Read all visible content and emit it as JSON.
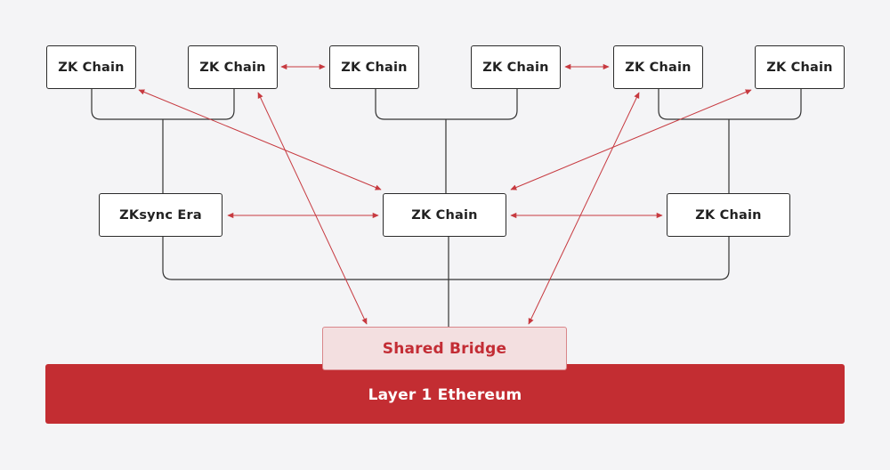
{
  "diagram": {
    "top_row": [
      {
        "label": "ZK Chain"
      },
      {
        "label": "ZK Chain"
      },
      {
        "label": "ZK Chain"
      },
      {
        "label": "ZK Chain"
      },
      {
        "label": "ZK Chain"
      },
      {
        "label": "ZK Chain"
      }
    ],
    "middle_row": [
      {
        "label": "ZKsync Era"
      },
      {
        "label": "ZK Chain"
      },
      {
        "label": "ZK Chain"
      }
    ],
    "shared_bridge": {
      "label": "Shared Bridge"
    },
    "layer1": {
      "label": "Layer 1 Ethereum"
    },
    "colors": {
      "background": "#f4f4f6",
      "node_fill": "#ffffff",
      "node_border": "#2b2b2b",
      "tree_line": "#333333",
      "arrow": "#c73a40",
      "bridge_fill": "#f3dfe0",
      "bridge_text": "#c32d35",
      "layer1_fill": "#c32d32",
      "layer1_text": "#ffffff"
    }
  }
}
